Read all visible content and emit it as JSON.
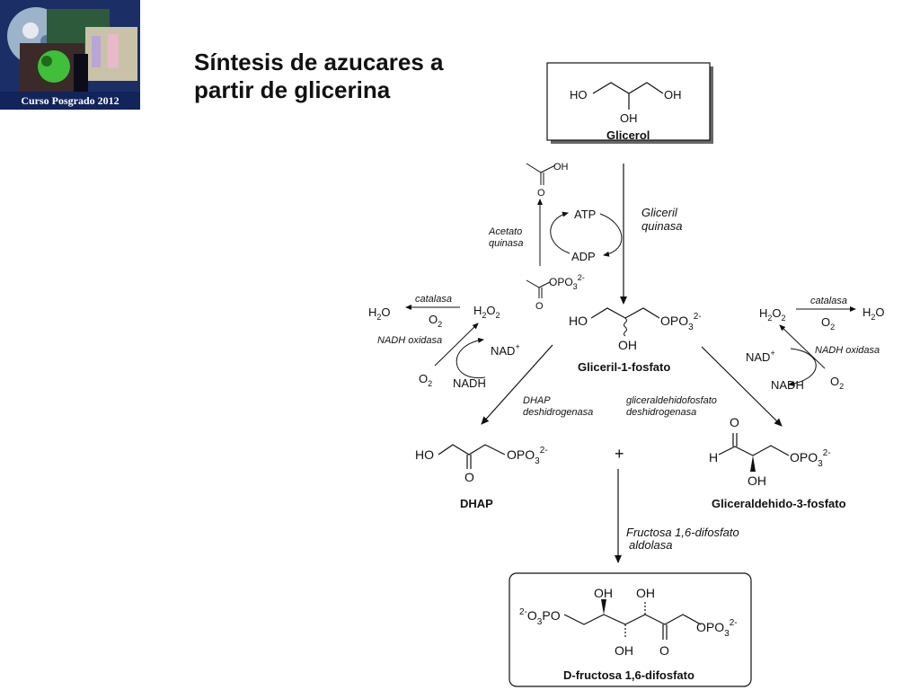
{
  "logo": {
    "caption": "Curso Posgrado 2012"
  },
  "slide": {
    "title_line1": "Síntesis de azucares a",
    "title_line2": "partir de glicerina"
  },
  "glicerol": {
    "ho_left": "HO",
    "oh_right": "OH",
    "oh_bottom": "OH",
    "name": "Glicerol"
  },
  "acetic_acid": {
    "oh": "OH",
    "o": "O"
  },
  "acetyl_phosphate": {
    "group": "OPO",
    "sub": "3",
    "sup": "2-",
    "o": "O"
  },
  "kinase": {
    "atp": "ATP",
    "adp": "ADP",
    "acetato_1": "Acetato",
    "acetato_2": "quinasa",
    "glicerilq_1": "Gliceril",
    "glicerilq_2": "quinasa"
  },
  "g1p": {
    "ho": "HO",
    "group": "OPO",
    "sub": "3",
    "sup": "2-",
    "oh": "OH",
    "name": "Gliceril-1-fosfato"
  },
  "left_cycle": {
    "h2o": "H",
    "h2o_sub": "2",
    "h2o_o": "O",
    "catalasa": "catalasa",
    "o2_mid": "O",
    "o2_mid_sub": "2",
    "h2o2": "H",
    "h2o2_sub1": "2",
    "h2o2_o": "O",
    "h2o2_sub2": "2",
    "nadh_oxidasa": "NADH oxidasa",
    "nad": "NAD",
    "nad_sup": "+",
    "o2_low": "O",
    "o2_low_sub": "2",
    "nadh": "NADH"
  },
  "right_cycle": {
    "h2o2": "H",
    "h2o2_sub1": "2",
    "h2o2_o": "O",
    "h2o2_sub2": "2",
    "catalasa": "catalasa",
    "h2o": "H",
    "h2o_sub": "2",
    "h2o_o": "O",
    "o2_mid": "O",
    "o2_mid_sub": "2",
    "nadh_oxidasa": "NADH oxidasa",
    "nad": "NAD",
    "nad_sup": "+",
    "nadh": "NADH",
    "o2_low": "O",
    "o2_low_sub": "2"
  },
  "enzymes": {
    "dhap_1": "DHAP",
    "dhap_2": "deshidrogenasa",
    "gadh_1": "gliceraldehidofosfato",
    "gadh_2": "deshidrogenasa",
    "aldolasa_1": "Fructosa 1,6-difosfato",
    "aldolasa_2": "aldolasa"
  },
  "dhap": {
    "ho": "HO",
    "group": "OPO",
    "sub": "3",
    "sup": "2-",
    "o": "O",
    "name": "DHAP"
  },
  "plus": "+",
  "g3p": {
    "o_top": "O",
    "h": "H",
    "group": "OPO",
    "sub": "3",
    "sup": "2-",
    "oh": "OH",
    "name": "Gliceraldehido-3-fosfato"
  },
  "fbp": {
    "pre_sup": "2-",
    "pre_o": "O",
    "pre_sub": "3",
    "pre_po": "PO",
    "oh_top1": "OH",
    "oh_top2": "OH",
    "group": "OPO",
    "sub": "3",
    "sup": "2-",
    "oh_bottom": "OH",
    "o_bottom": "O",
    "name": "D-fructosa 1,6-difosfato"
  }
}
